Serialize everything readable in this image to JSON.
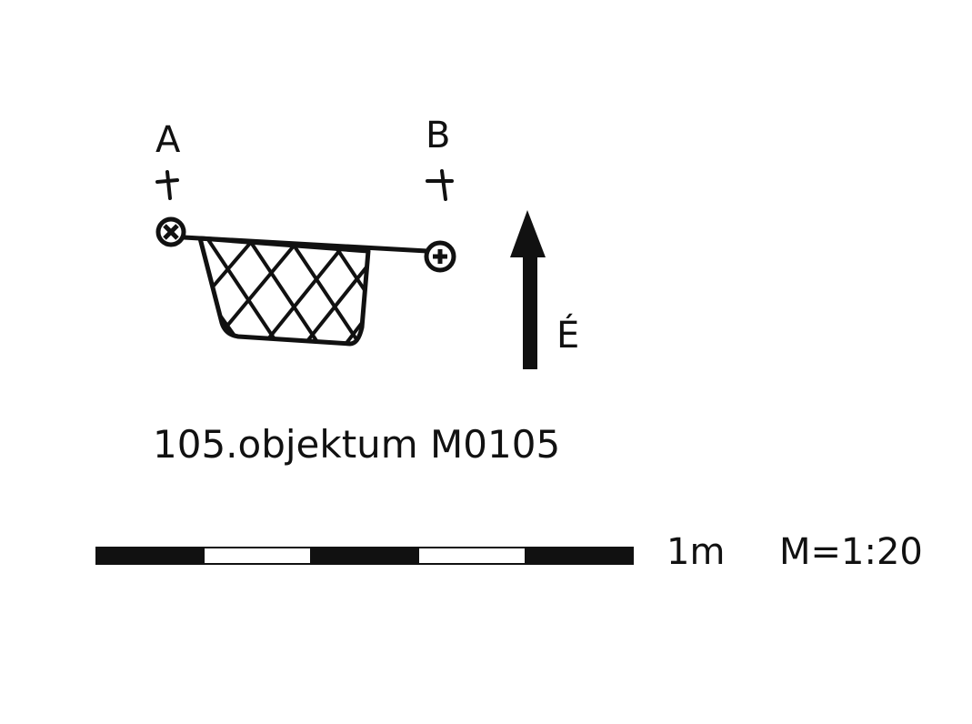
{
  "drawing": {
    "point_a_label": "A",
    "point_b_label": "B",
    "north_label": "É",
    "title": "105.objektum M0105"
  },
  "scale": {
    "length_label": "1m",
    "ratio_label": "M=1:20",
    "segments": 5
  },
  "colors": {
    "ink": "#111111",
    "background": "#ffffff"
  }
}
